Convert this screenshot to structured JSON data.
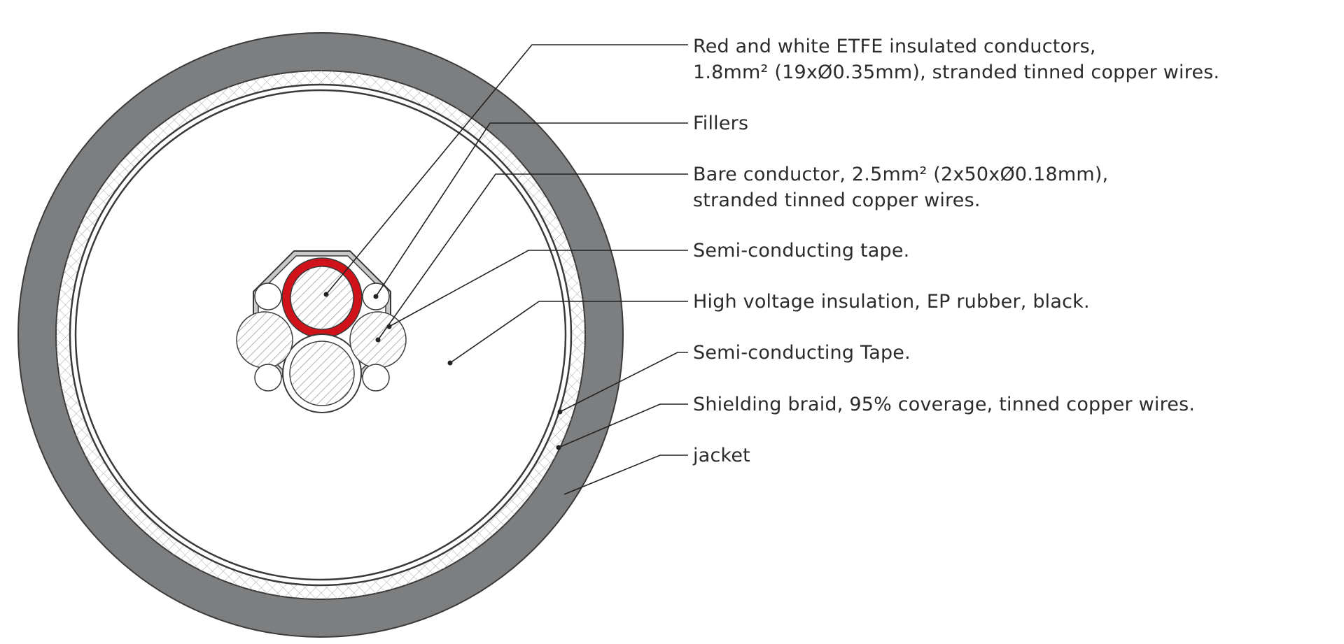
{
  "callouts": [
    {
      "id": "conductors",
      "lines": [
        "Red and white ETFE insulated conductors,",
        "1.8mm² (19xØ0.35mm), stranded tinned copper wires."
      ]
    },
    {
      "id": "fillers",
      "lines": [
        "Fillers"
      ]
    },
    {
      "id": "bare-conductor",
      "lines": [
        "Bare conductor, 2.5mm² (2x50xØ0.18mm),",
        "stranded tinned copper wires."
      ]
    },
    {
      "id": "semi-tape-inner",
      "lines": [
        "Semi-conducting tape."
      ]
    },
    {
      "id": "hv-insulation",
      "lines": [
        "High voltage insulation, EP rubber, black."
      ]
    },
    {
      "id": "semi-tape-outer",
      "lines": [
        "Semi-conducting Tape."
      ]
    },
    {
      "id": "shielding-braid",
      "lines": [
        "Shielding braid, 95% coverage, tinned copper wires."
      ]
    },
    {
      "id": "jacket",
      "lines": [
        "jacket"
      ]
    }
  ],
  "colors": {
    "jacket": "#7d7e80",
    "outline": "#3a3a3a",
    "red_insulation": "#d0121b",
    "hatch": "#8a8a8a",
    "braid": "#a9a9a9",
    "leader": "#222222"
  }
}
